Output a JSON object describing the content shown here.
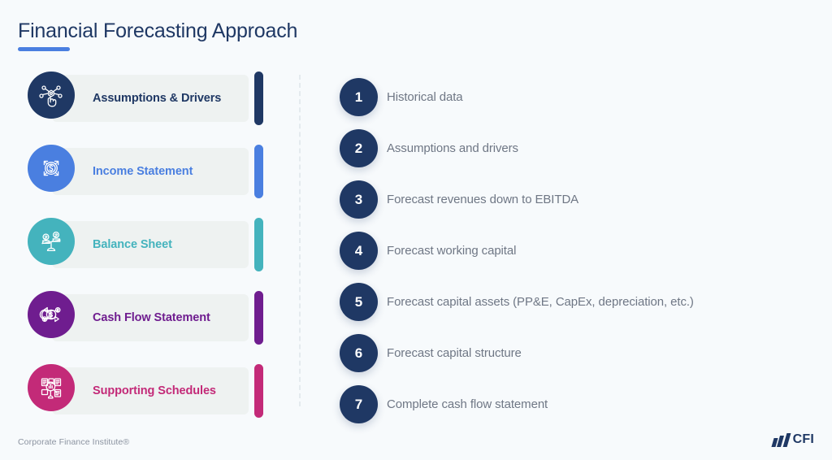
{
  "page": {
    "title": "Financial Forecasting Approach",
    "background_color": "#f7fafc",
    "accent_color": "#4a7fe0"
  },
  "left_column": {
    "cards": [
      {
        "label": "Assumptions & Drivers",
        "color": "#1f3864",
        "icon": "network-hand-icon",
        "card_background": "#eef2f1"
      },
      {
        "label": "Income Statement",
        "color": "#4a7fe0",
        "icon": "coin-arrows-icon",
        "card_background": "#eef2f1"
      },
      {
        "label": "Balance Sheet",
        "color": "#44b3bd",
        "icon": "balance-scale-icon",
        "card_background": "#eef2f1"
      },
      {
        "label": "Cash Flow Statement",
        "color": "#6f1d8f",
        "icon": "cash-flow-cycle-icon",
        "card_background": "#eef2f1"
      },
      {
        "label": "Supporting Schedules",
        "color": "#c32a78",
        "icon": "documents-magnifier-icon",
        "card_background": "#eef2f1"
      }
    ]
  },
  "right_column": {
    "badge_color": "#1f3864",
    "text_color": "#6f7785",
    "steps": [
      {
        "number": "1",
        "text": "Historical data"
      },
      {
        "number": "2",
        "text": "Assumptions and drivers"
      },
      {
        "number": "3",
        "text": "Forecast revenues down to EBITDA"
      },
      {
        "number": "4",
        "text": "Forecast working capital"
      },
      {
        "number": "5",
        "text": "Forecast capital assets (PP&E, CapEx, depreciation, etc.)"
      },
      {
        "number": "6",
        "text": "Forecast capital structure"
      },
      {
        "number": "7",
        "text": "Complete cash flow statement"
      }
    ]
  },
  "footer": {
    "credit": "Corporate Finance Institute®",
    "logo_text": "CFI",
    "logo_color": "#1f3864"
  }
}
